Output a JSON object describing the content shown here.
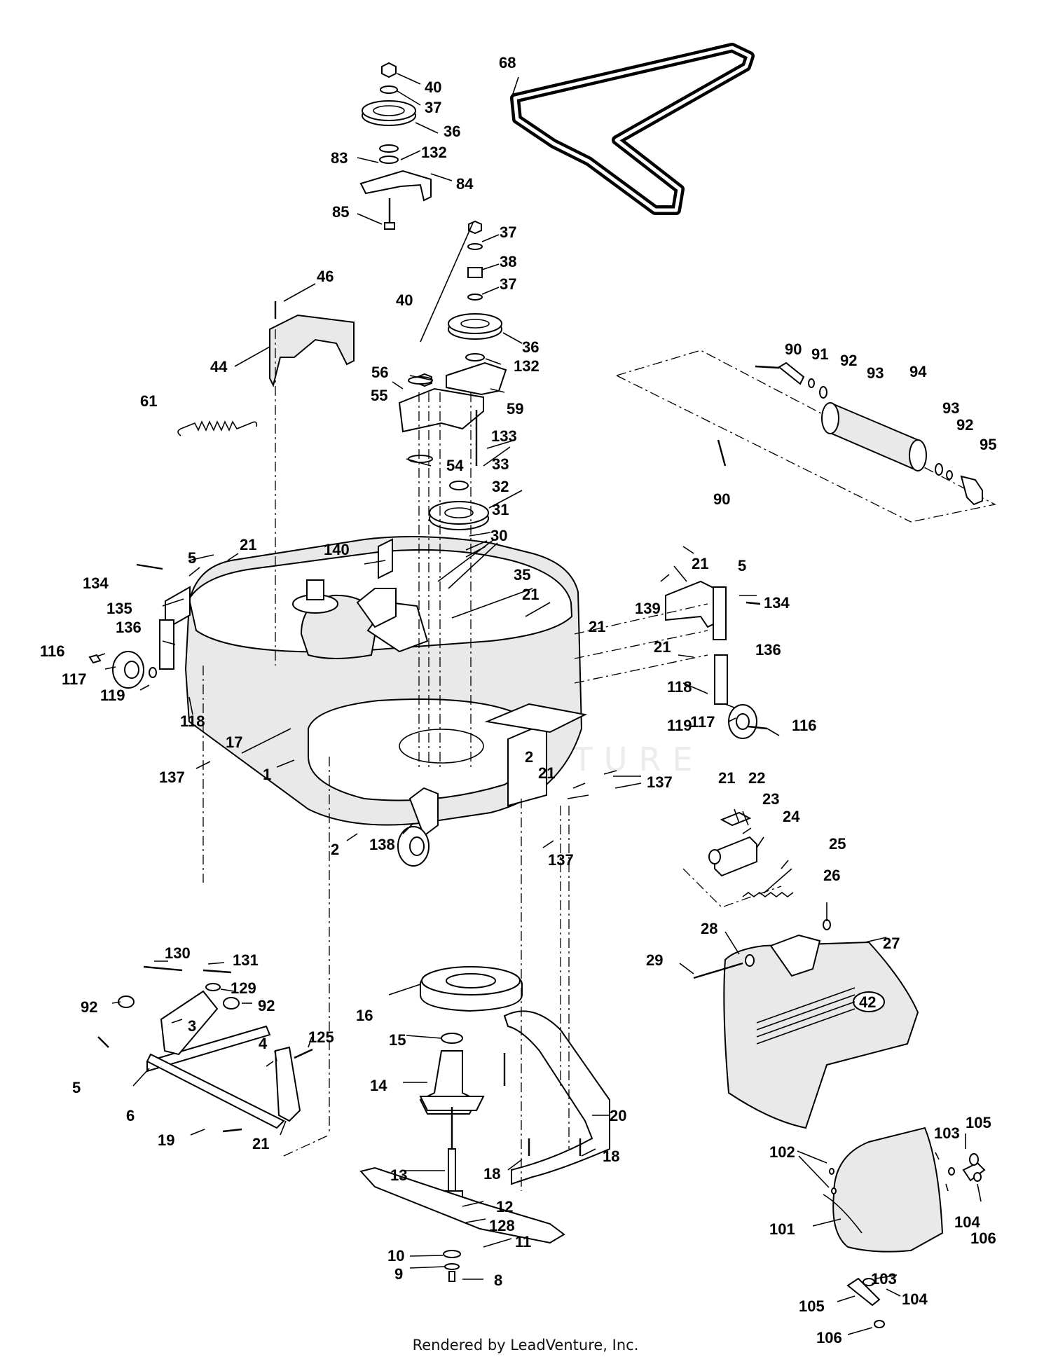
{
  "footer": "Rendered by LeadVenture, Inc.",
  "watermark": "LEADVENTURE",
  "deck_badge": "42",
  "part_labels": [
    {
      "id": "l68",
      "text": "68"
    },
    {
      "id": "l40a",
      "text": "40"
    },
    {
      "id": "l37a",
      "text": "37"
    },
    {
      "id": "l36a",
      "text": "36"
    },
    {
      "id": "l83",
      "text": "83"
    },
    {
      "id": "l132a",
      "text": "132"
    },
    {
      "id": "l84",
      "text": "84"
    },
    {
      "id": "l85",
      "text": "85"
    },
    {
      "id": "l37b",
      "text": "37"
    },
    {
      "id": "l38",
      "text": "38"
    },
    {
      "id": "l37c",
      "text": "37"
    },
    {
      "id": "l46",
      "text": "46"
    },
    {
      "id": "l40b",
      "text": "40"
    },
    {
      "id": "l36b",
      "text": "36"
    },
    {
      "id": "l132b",
      "text": "132"
    },
    {
      "id": "l44",
      "text": "44"
    },
    {
      "id": "l56",
      "text": "56"
    },
    {
      "id": "l55",
      "text": "55"
    },
    {
      "id": "l59",
      "text": "59"
    },
    {
      "id": "l61",
      "text": "61"
    },
    {
      "id": "l133",
      "text": "133"
    },
    {
      "id": "l54",
      "text": "54"
    },
    {
      "id": "l33",
      "text": "33"
    },
    {
      "id": "l32",
      "text": "32"
    },
    {
      "id": "l31",
      "text": "31"
    },
    {
      "id": "l30",
      "text": "30"
    },
    {
      "id": "l90a",
      "text": "90"
    },
    {
      "id": "l91",
      "text": "91"
    },
    {
      "id": "l92a",
      "text": "92"
    },
    {
      "id": "l93a",
      "text": "93"
    },
    {
      "id": "l94",
      "text": "94"
    },
    {
      "id": "l93b",
      "text": "93"
    },
    {
      "id": "l92b",
      "text": "92"
    },
    {
      "id": "l95",
      "text": "95"
    },
    {
      "id": "l90b",
      "text": "90"
    },
    {
      "id": "l140",
      "text": "140"
    },
    {
      "id": "l5a",
      "text": "5"
    },
    {
      "id": "l21a",
      "text": "21"
    },
    {
      "id": "l134a",
      "text": "134"
    },
    {
      "id": "l135",
      "text": "135"
    },
    {
      "id": "l35",
      "text": "35"
    },
    {
      "id": "l21b",
      "text": "21"
    },
    {
      "id": "l21c",
      "text": "21"
    },
    {
      "id": "l5b",
      "text": "5"
    },
    {
      "id": "l134b",
      "text": "134"
    },
    {
      "id": "l139",
      "text": "139"
    },
    {
      "id": "l136a",
      "text": "136"
    },
    {
      "id": "l116a",
      "text": "116"
    },
    {
      "id": "l117a",
      "text": "117"
    },
    {
      "id": "l119a",
      "text": "119"
    },
    {
      "id": "l118a",
      "text": "118"
    },
    {
      "id": "l21d",
      "text": "21"
    },
    {
      "id": "l21e",
      "text": "21"
    },
    {
      "id": "l136b",
      "text": "136"
    },
    {
      "id": "l118b",
      "text": "118"
    },
    {
      "id": "l119b",
      "text": "119"
    },
    {
      "id": "l117b",
      "text": "117"
    },
    {
      "id": "l116b",
      "text": "116"
    },
    {
      "id": "l17",
      "text": "17"
    },
    {
      "id": "l2a",
      "text": "2"
    },
    {
      "id": "l21f",
      "text": "21"
    },
    {
      "id": "l137a",
      "text": "137"
    },
    {
      "id": "l1",
      "text": "1"
    },
    {
      "id": "l137b",
      "text": "137"
    },
    {
      "id": "l2b",
      "text": "2"
    },
    {
      "id": "l138",
      "text": "138"
    },
    {
      "id": "l137c",
      "text": "137"
    },
    {
      "id": "l21g",
      "text": "21"
    },
    {
      "id": "l22",
      "text": "22"
    },
    {
      "id": "l23",
      "text": "23"
    },
    {
      "id": "l24",
      "text": "24"
    },
    {
      "id": "l25",
      "text": "25"
    },
    {
      "id": "l26",
      "text": "26"
    },
    {
      "id": "l27",
      "text": "27"
    },
    {
      "id": "l28",
      "text": "28"
    },
    {
      "id": "l29",
      "text": "29"
    },
    {
      "id": "l130",
      "text": "130"
    },
    {
      "id": "l131",
      "text": "131"
    },
    {
      "id": "l129",
      "text": "129"
    },
    {
      "id": "l92c",
      "text": "92"
    },
    {
      "id": "l92d",
      "text": "92"
    },
    {
      "id": "l3",
      "text": "3"
    },
    {
      "id": "l16",
      "text": "16"
    },
    {
      "id": "l15",
      "text": "15"
    },
    {
      "id": "l125",
      "text": "125"
    },
    {
      "id": "l4",
      "text": "4"
    },
    {
      "id": "l5c",
      "text": "5"
    },
    {
      "id": "l6",
      "text": "6"
    },
    {
      "id": "l14",
      "text": "14"
    },
    {
      "id": "l20",
      "text": "20"
    },
    {
      "id": "l19",
      "text": "19"
    },
    {
      "id": "l21h",
      "text": "21"
    },
    {
      "id": "l18a",
      "text": "18"
    },
    {
      "id": "l18b",
      "text": "18"
    },
    {
      "id": "l13",
      "text": "13"
    },
    {
      "id": "l12",
      "text": "12"
    },
    {
      "id": "l128",
      "text": "128"
    },
    {
      "id": "l11",
      "text": "11"
    },
    {
      "id": "l10",
      "text": "10"
    },
    {
      "id": "l9",
      "text": "9"
    },
    {
      "id": "l8",
      "text": "8"
    },
    {
      "id": "l102",
      "text": "102"
    },
    {
      "id": "l103a",
      "text": "103"
    },
    {
      "id": "l105a",
      "text": "105"
    },
    {
      "id": "l104a",
      "text": "104"
    },
    {
      "id": "l106a",
      "text": "106"
    },
    {
      "id": "l101",
      "text": "101"
    },
    {
      "id": "l103b",
      "text": "103"
    },
    {
      "id": "l104b",
      "text": "104"
    },
    {
      "id": "l105b",
      "text": "105"
    },
    {
      "id": "l106b",
      "text": "106"
    }
  ]
}
